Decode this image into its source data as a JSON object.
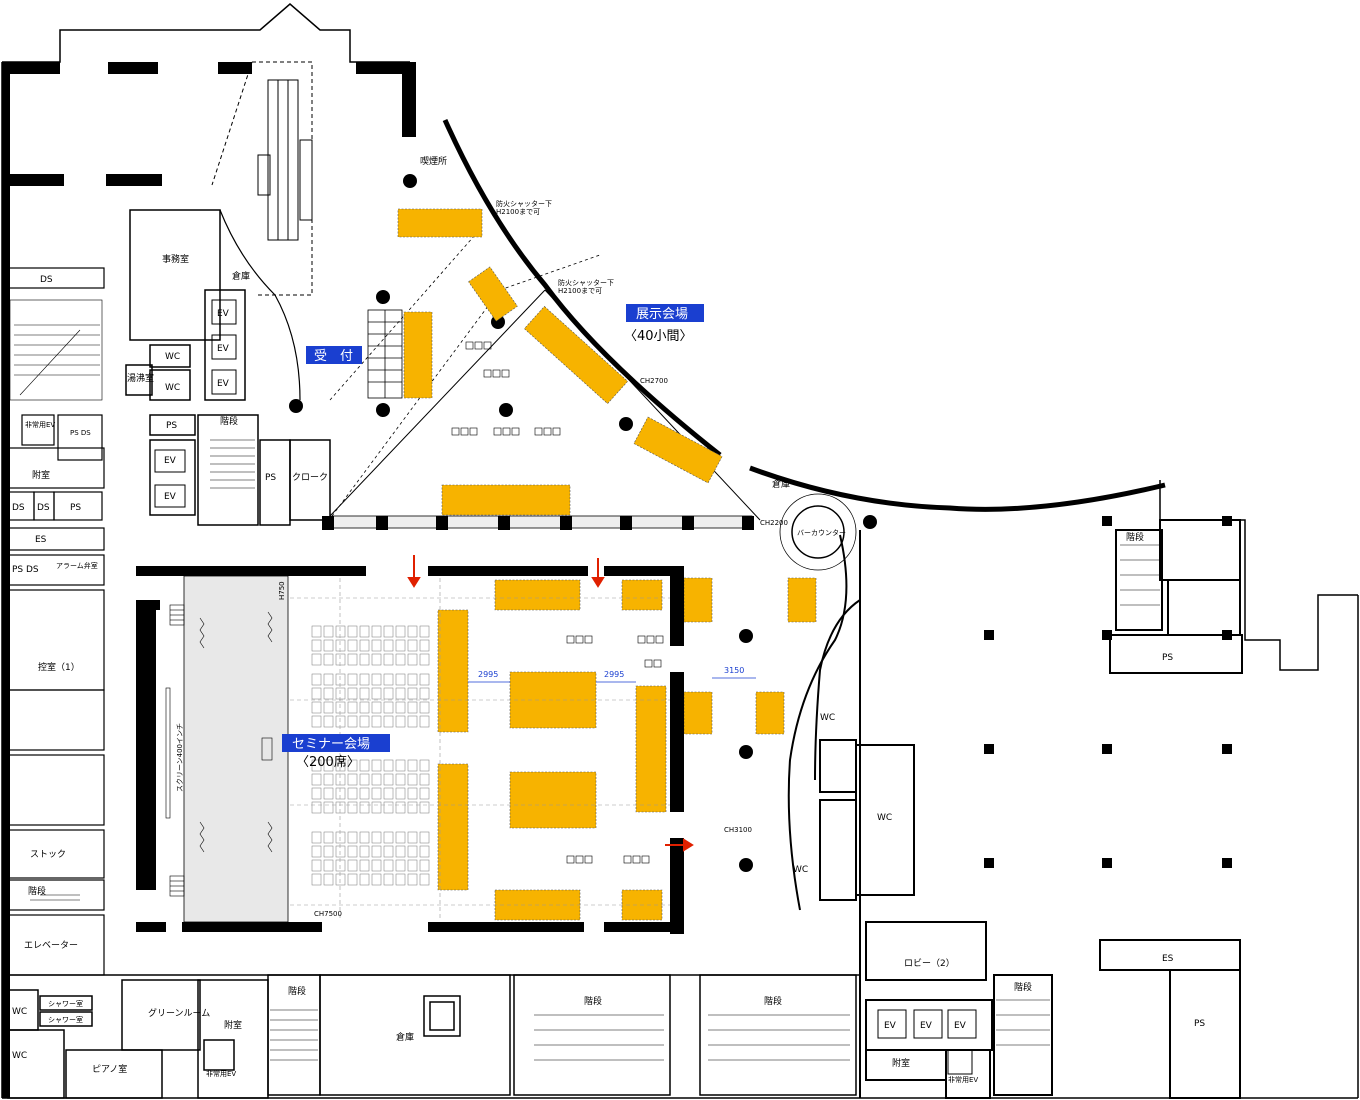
{
  "halls": {
    "exhibition": {
      "title": "展示会場",
      "sub": "〈40小間〉"
    },
    "reception": {
      "title": "受　付"
    },
    "seminar": {
      "title": "セミナー会場",
      "sub": "〈200席〉"
    }
  },
  "colors": {
    "booth": "#f7b300",
    "tag": "#1a3fd0",
    "wall": "#000000",
    "stage": "#e8e8e8",
    "arrow": "#e02000"
  },
  "rooms": {
    "smoking": "喫煙所",
    "office": "事務室",
    "storage": "倉庫",
    "ds": "DS",
    "ev": "EV",
    "wc": "WC",
    "kyutoshitsu": "湯沸室",
    "stairs": "階段",
    "ps": "PS",
    "cloak": "クローク",
    "emergency_ev": "非常用EV",
    "ps_ds": "PS DS",
    "fushitsu": "附室",
    "es": "ES",
    "alarm": "アラーム弁室",
    "ps_ds2": "PS DS",
    "hikae": "控室（1）",
    "stock": "ストック",
    "elevator": "エレベーター",
    "shower1": "シャワー室",
    "shower2": "シャワー室",
    "green": "グリーンルーム",
    "piano": "ピアノ室",
    "emergency_ev2": "非常用EV",
    "bar": "バーカウンター",
    "lobby": "ロビー（2）",
    "fushitsu2": "附室",
    "emergency_ev3": "非常用EV"
  },
  "notes": {
    "shutter": "防火シャッター下",
    "h2100": "H2100まで可",
    "ch2700": "CH2700",
    "ch2200": "CH2200",
    "ch3100": "CH3100",
    "ch7500": "CH7500",
    "h750": "H750",
    "screen": "スクリーン400インチ"
  },
  "dims": {
    "d1": "2995",
    "d2": "2995",
    "d3": "3150"
  }
}
